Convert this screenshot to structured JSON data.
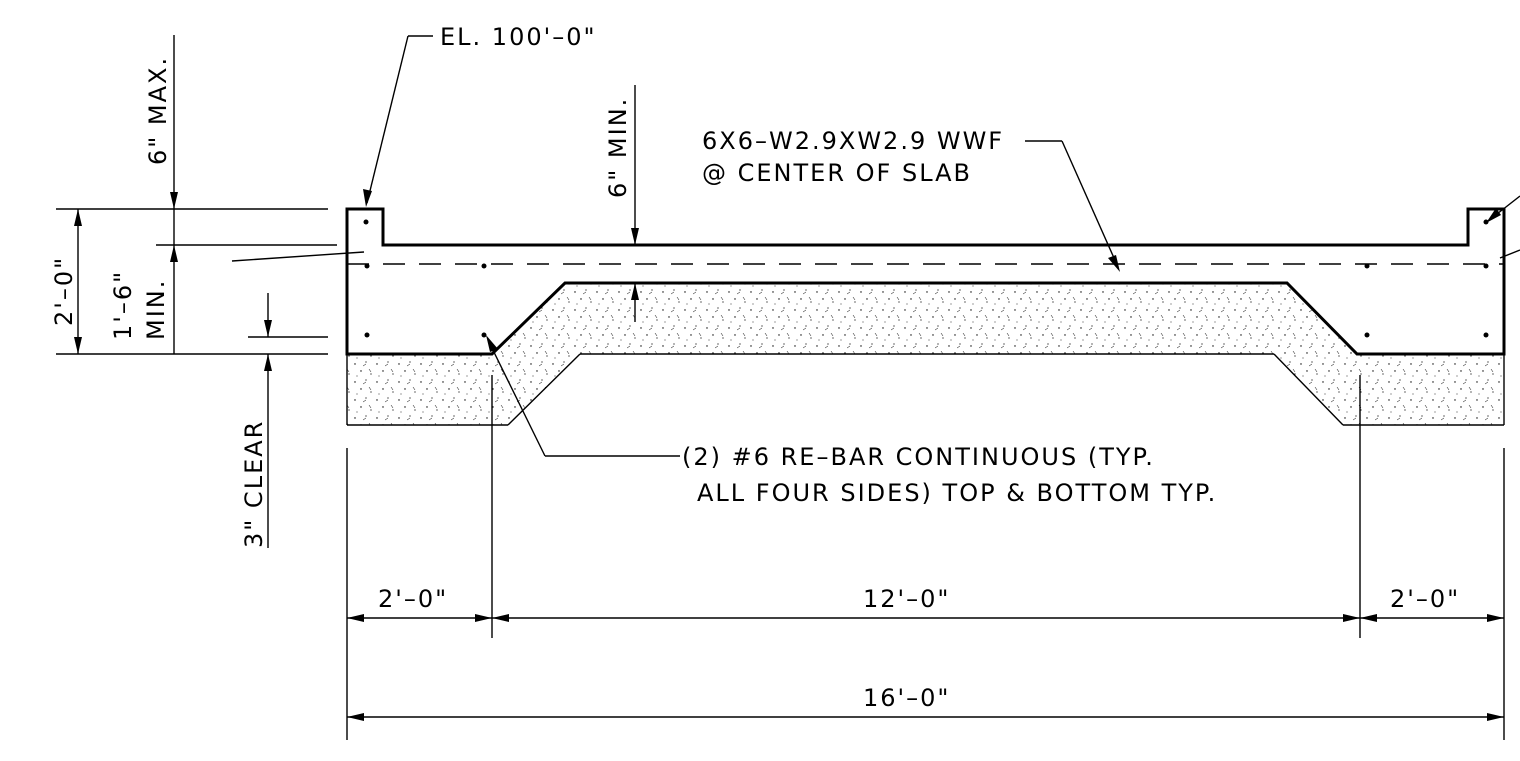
{
  "labels": {
    "elevation": "EL. 100'–0\"",
    "wwf_line1": "6X6–W2.9XW2.9 WWF",
    "wwf_line2": "@ CENTER OF SLAB",
    "six_max": "6\" MAX.",
    "six_min": "6\" MIN.",
    "two_ft_vertical": "2'–0\"",
    "one_six": "1'–6\"",
    "min": "MIN.",
    "three_clear": "3\" CLEAR",
    "rebar_line1": "(2) #6 RE–BAR CONTINUOUS (TYP.",
    "rebar_line2": "ALL FOUR SIDES) TOP & BOTTOM TYP.",
    "dim_left": "2'–0\"",
    "dim_center": "12'–0\"",
    "dim_right": "2'–0\"",
    "dim_overall": "16'–0\""
  },
  "colors": {
    "line": "#000000",
    "background": "#ffffff",
    "stipple": "#000000"
  }
}
